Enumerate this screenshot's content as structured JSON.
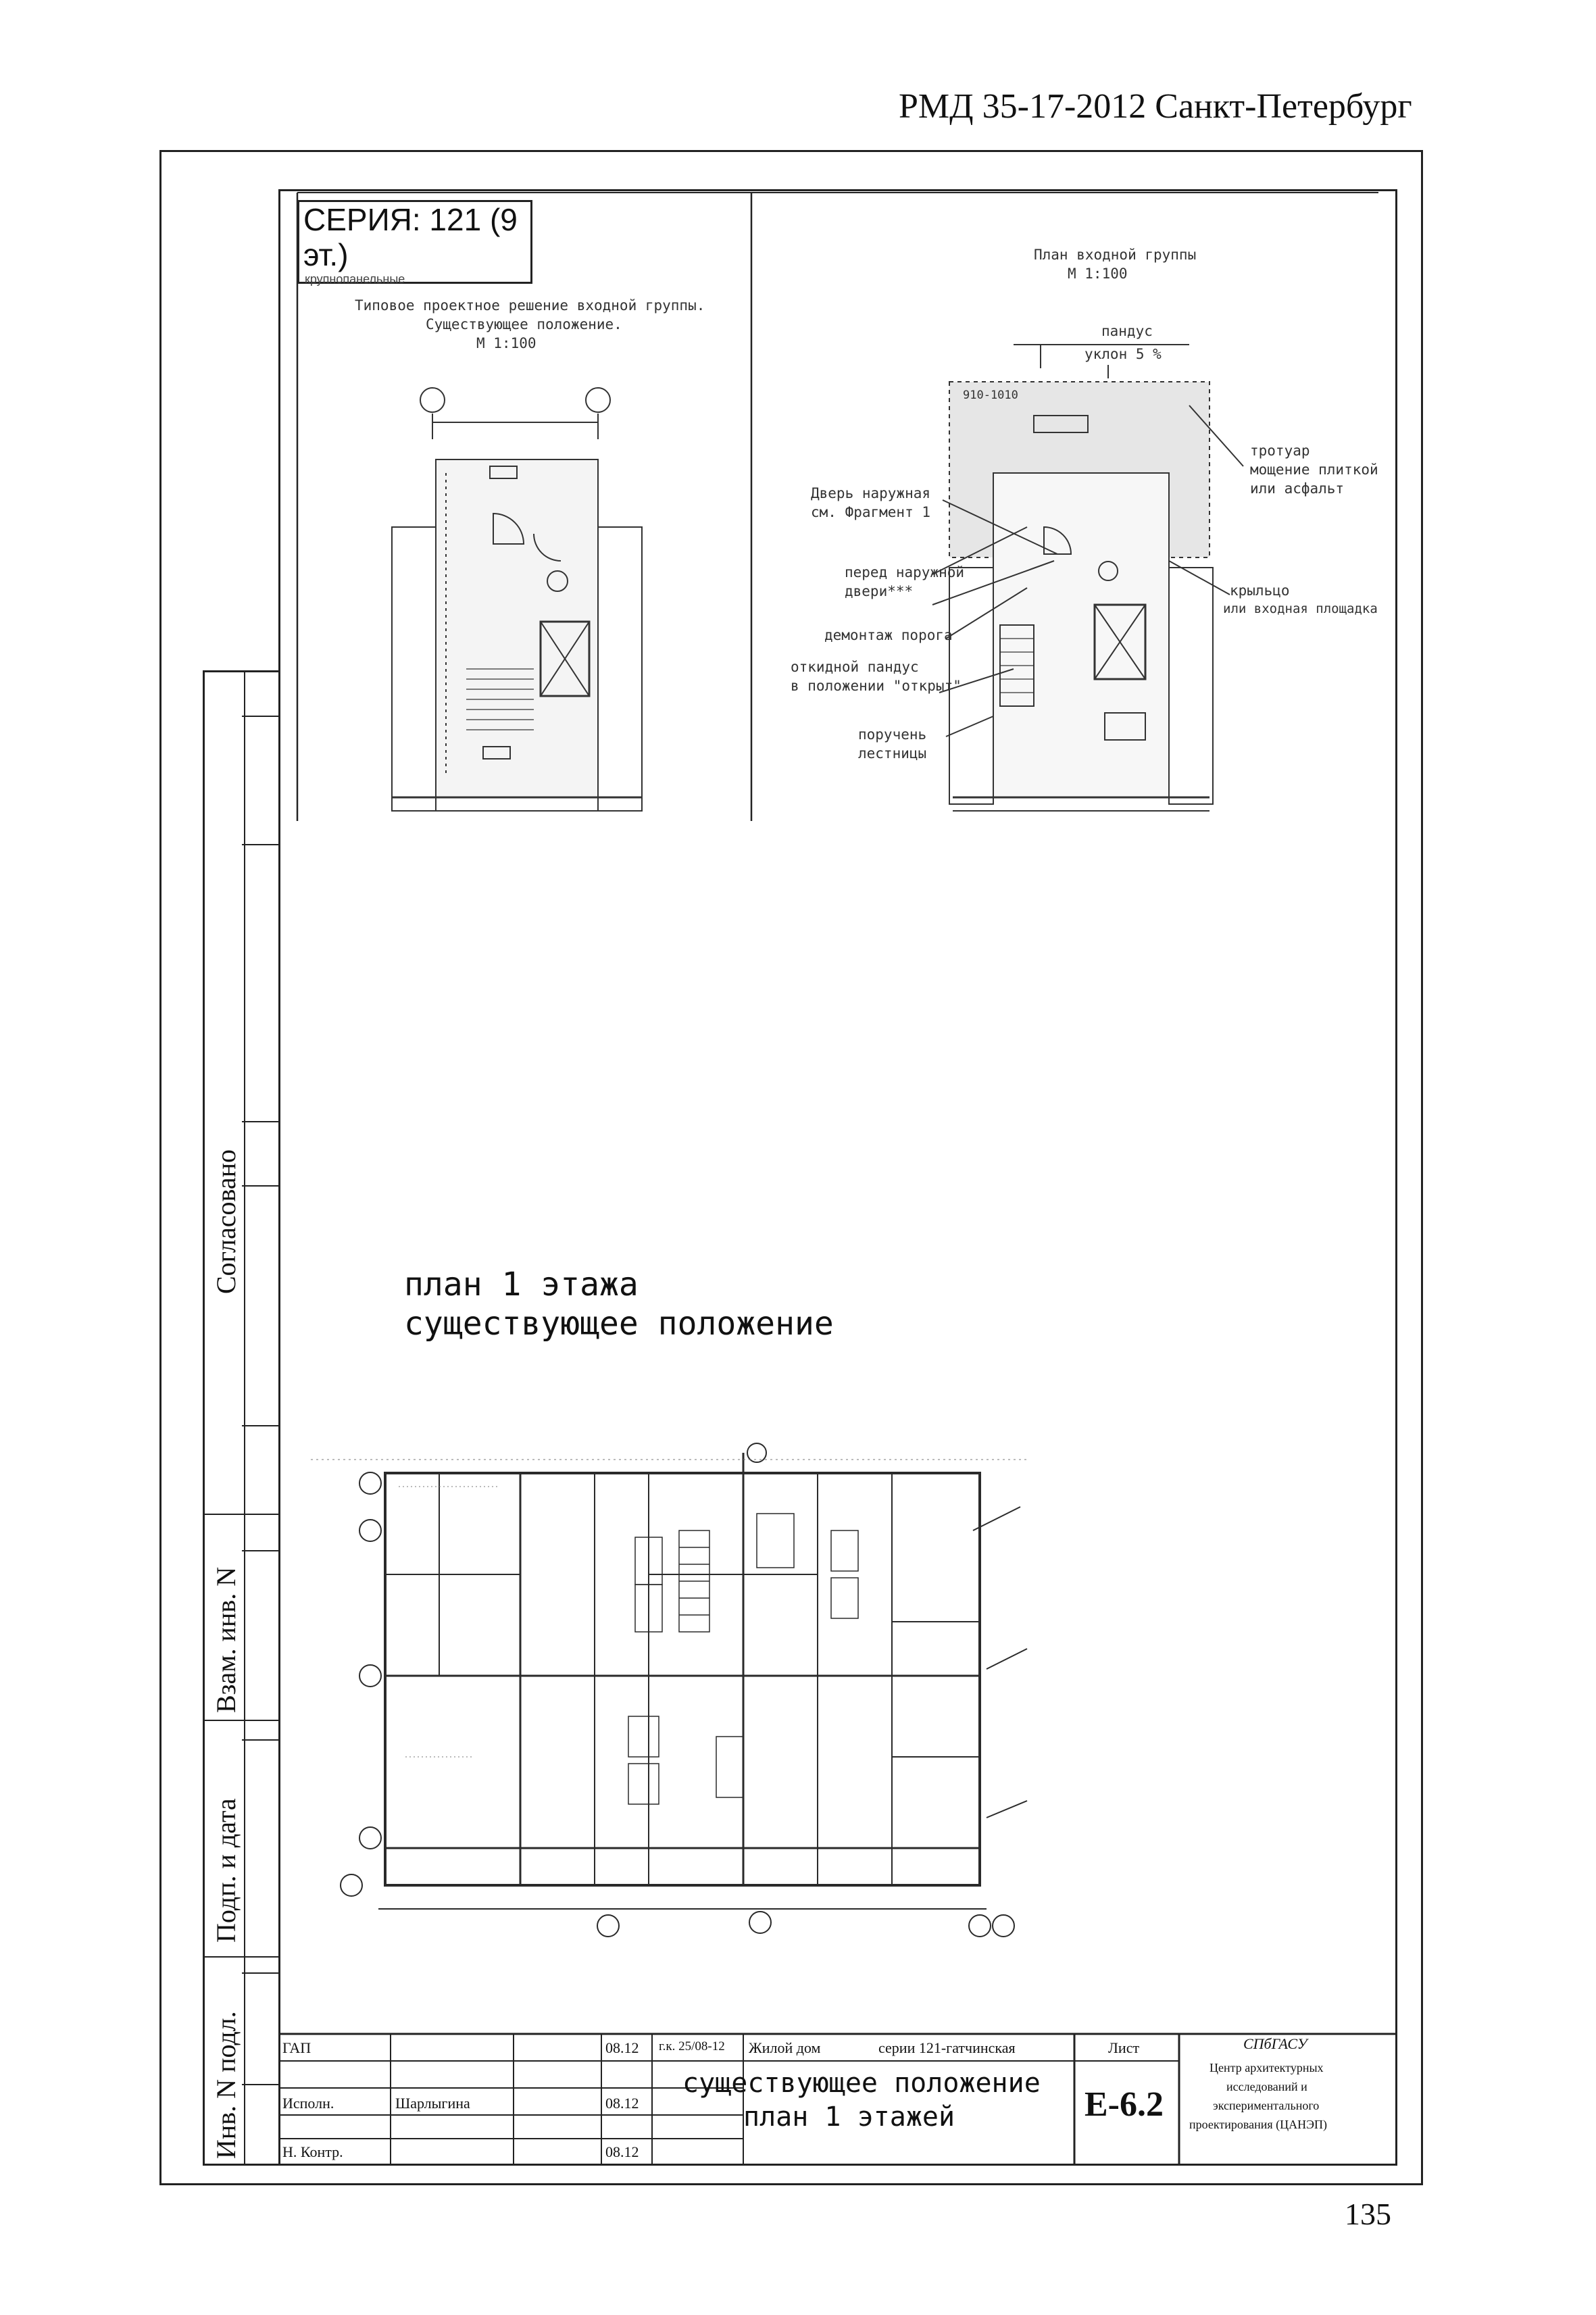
{
  "header": {
    "document_code": "РМД 35-17-2012 Санкт-Петербург"
  },
  "page_number": "135",
  "side_stamp": {
    "agreed": "Согласовано",
    "ref_inv": "Взам. инв. N",
    "sign_date": "Подп. и дата",
    "inv_orig": "Инв. N подл."
  },
  "series_box": {
    "series": "СЕРИЯ: 121 (9 эт.)",
    "type": "крупнопанельные"
  },
  "left_drawing": {
    "title": "Типовое проектное решение входной группы.",
    "subtitle": "Существующее положение.",
    "scale": "М 1:100"
  },
  "right_drawing": {
    "title": "План входной группы",
    "scale": "М 1:100",
    "callouts": {
      "ramp": "пандус",
      "slope": "уклон 5 %",
      "dim": "910-1010",
      "door": "Дверь наружная",
      "door_ref": "см. Фрагмент 1",
      "pavement": "тротуар",
      "pavement2": "мощение плиткой",
      "pavement3": "или асфальт",
      "ramp_door": "перед наружной",
      "ramp_door2": "двери***",
      "porch": "крыльцо",
      "porch2": "или входная площадка",
      "threshold": "демонтаж порога",
      "fold_ramp": "откидной пандус",
      "fold_ramp2": "в положении \"открыт\"",
      "rail": "поручень",
      "rail2": "лестницы"
    }
  },
  "plan_title": {
    "line1": "план 1 этажа",
    "line2": "существующее положение"
  },
  "title_block": {
    "row1": {
      "role": "ГАП",
      "name": "",
      "date": "08.12"
    },
    "row2": {
      "role": "Исполн.",
      "name": "Шарлыгина",
      "date": "08.12"
    },
    "row3": {
      "role": "Н. Контр.",
      "name": "",
      "date": "08.12"
    },
    "project_code": "г.к. 25/08-12",
    "project_name": "Жилой дом",
    "project_series": "серии 121-гатчинская",
    "sheet_title_line1": "существующее положение",
    "sheet_title_line2": "план   1  этажей",
    "sheet_label": "Лист",
    "sheet_number": "Е-6.2",
    "org_line1": "СПбГАСУ",
    "org_line2": "Центр архитектурных",
    "org_line3": "исследований и",
    "org_line4": "экспериментального",
    "org_line5": "проектирования (ЦАНЭП)"
  }
}
